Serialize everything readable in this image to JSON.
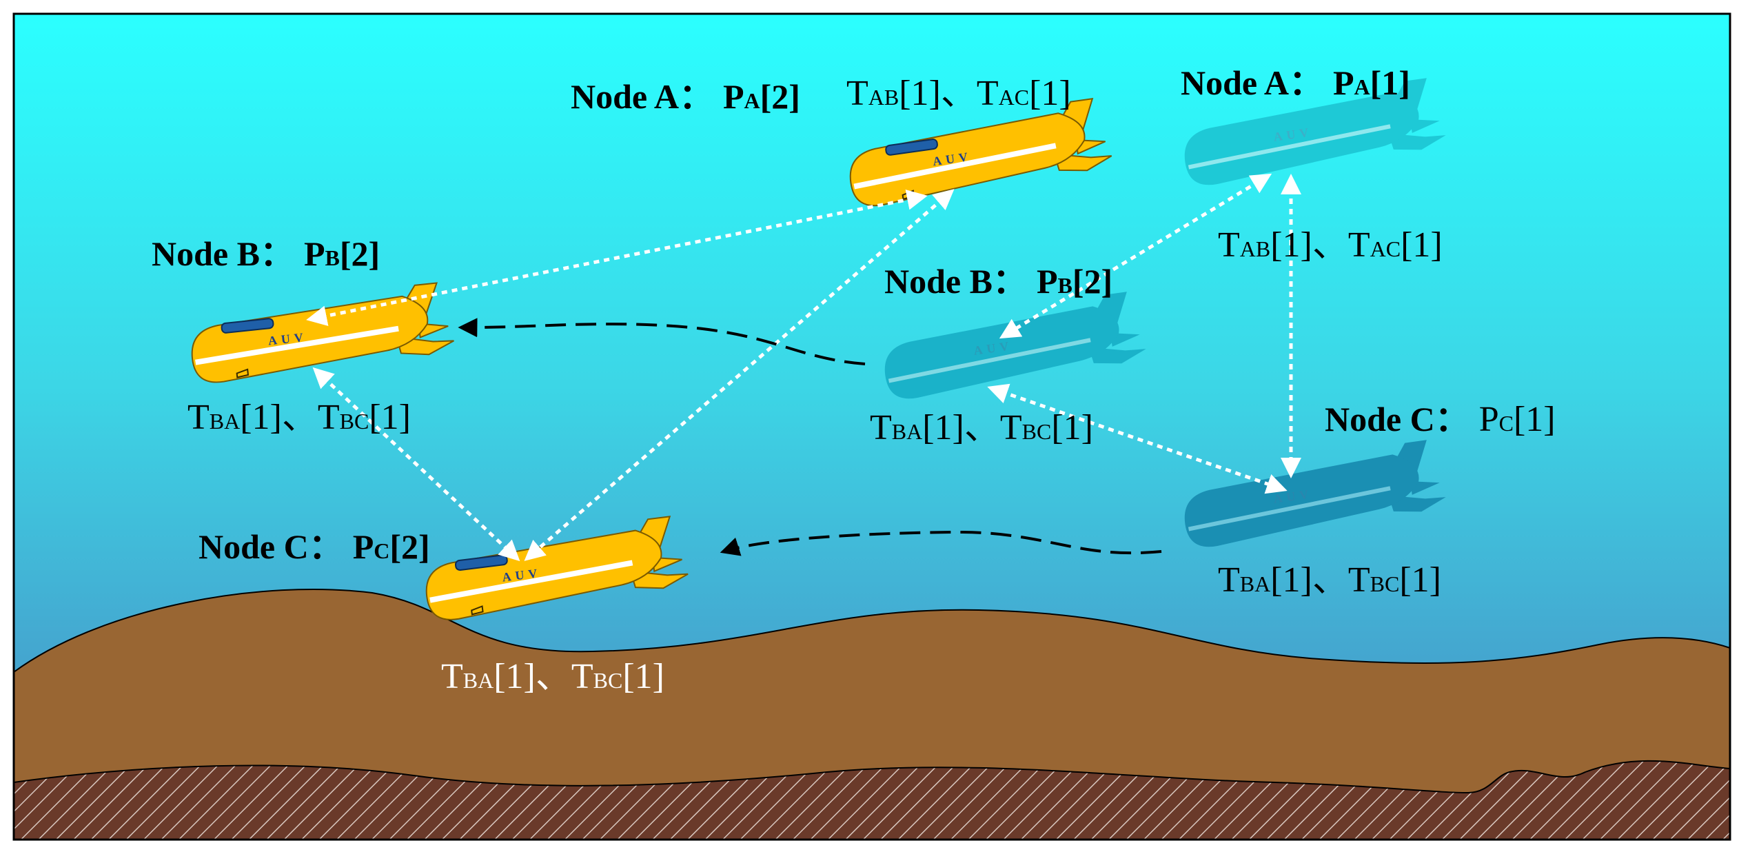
{
  "colors": {
    "water_top": "#2bffff",
    "water_bottom": "#4a86c0",
    "seabed": "#996633",
    "bedrock": "#6a3a2a",
    "auv_body": "#ffc000",
    "auv_window": "#1f5fa8",
    "ghost_auv": "#1aa8c0",
    "comm_link": "#ffffff",
    "movement_path": "#000000"
  },
  "auv_badge": "AUV",
  "current_round": {
    "node_a": {
      "name": "Node A：",
      "packet": "P",
      "packet_sub": "A",
      "packet_idx": "[2]",
      "tables": {
        "t1": "T",
        "t1_sub": "AB",
        "t1_idx": "[1]",
        "sep": "、",
        "t2": "T",
        "t2_sub": "AC",
        "t2_idx": "[1]"
      }
    },
    "node_b": {
      "name": "Node B：",
      "packet": "P",
      "packet_sub": "B",
      "packet_idx": "[2]",
      "tables": {
        "t1": "T",
        "t1_sub": "BA",
        "t1_idx": "[1]",
        "sep": "、",
        "t2": "T",
        "t2_sub": "BC",
        "t2_idx": "[1]"
      }
    },
    "node_c": {
      "name": "Node C：",
      "packet": "P",
      "packet_sub": "C",
      "packet_idx": "[2]",
      "tables": {
        "t1": "T",
        "t1_sub": "BA",
        "t1_idx": "[1]",
        "sep": "、",
        "t2": "T",
        "t2_sub": "BC",
        "t2_idx": "[1]"
      }
    }
  },
  "previous_round": {
    "node_a": {
      "name": "Node A：",
      "packet": "P",
      "packet_sub": "A",
      "packet_idx": "[1]",
      "tables": {
        "t1": "T",
        "t1_sub": "AB",
        "t1_idx": "[1]",
        "sep": "、",
        "t2": "T",
        "t2_sub": "AC",
        "t2_idx": "[1]"
      }
    },
    "node_b": {
      "name": "Node B：",
      "packet": "P",
      "packet_sub": "B",
      "packet_idx": "[2]",
      "tables": {
        "t1": "T",
        "t1_sub": "BA",
        "t1_idx": "[1]",
        "sep": "、",
        "t2": "T",
        "t2_sub": "BC",
        "t2_idx": "[1]"
      }
    },
    "node_c": {
      "name": "Node C：",
      "packet": "P",
      "packet_sub": "C",
      "packet_idx": "[1]",
      "tables": {
        "t1": "T",
        "t1_sub": "BA",
        "t1_idx": "[1]",
        "sep": "、",
        "t2": "T",
        "t2_sub": "BC",
        "t2_idx": "[1]"
      }
    }
  }
}
